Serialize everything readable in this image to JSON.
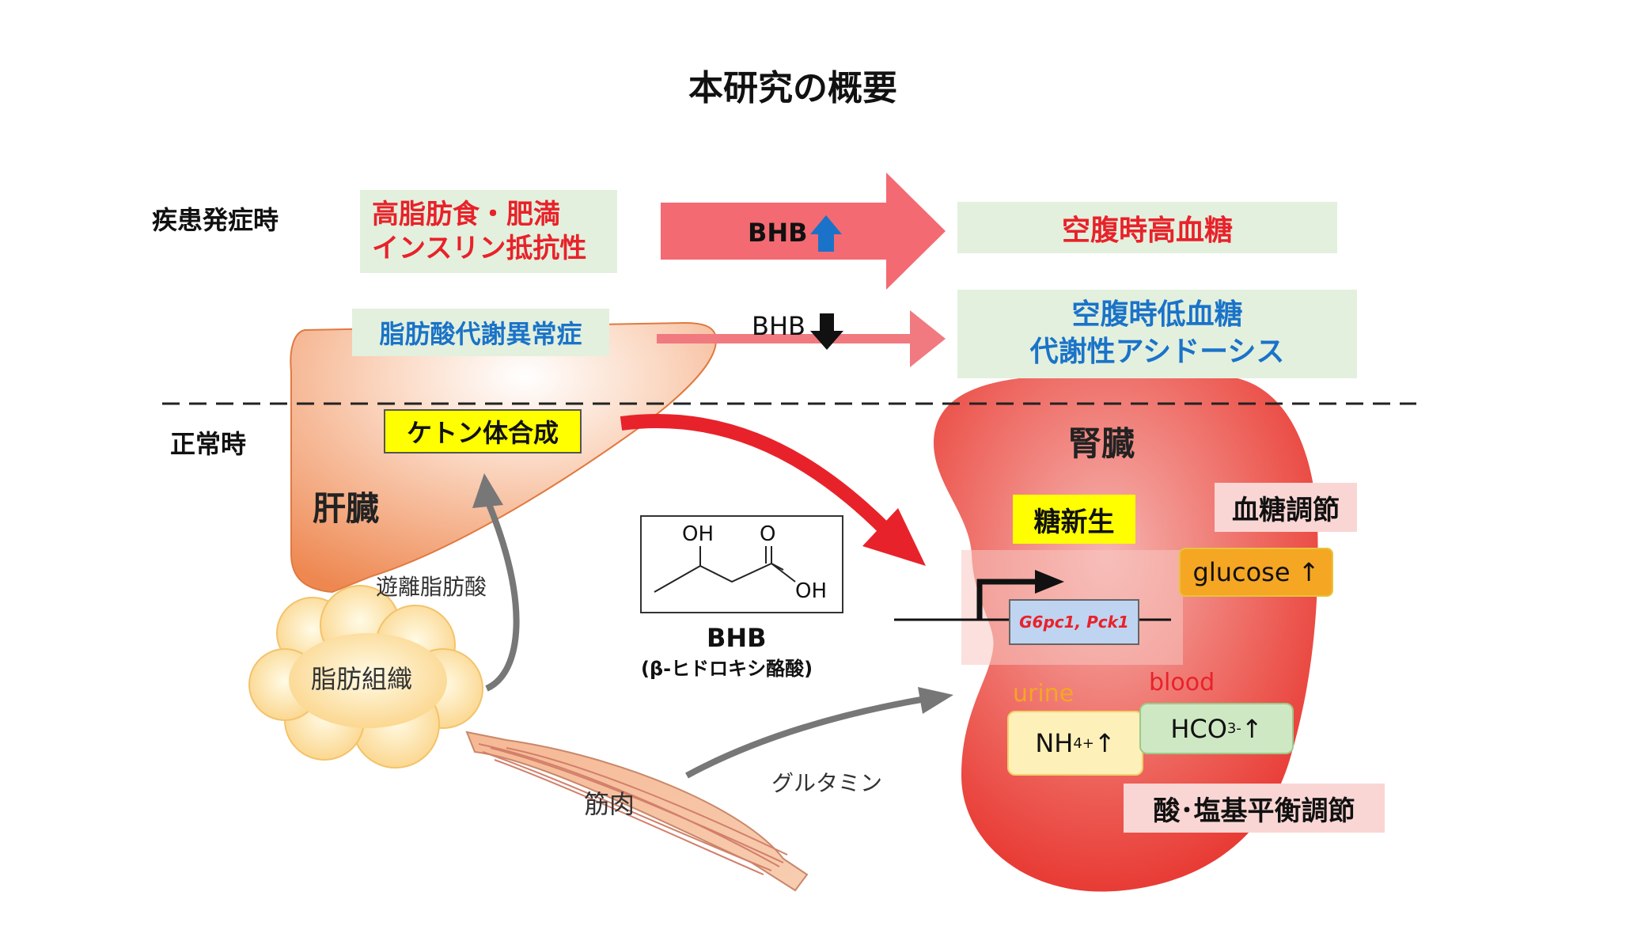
{
  "title": "本研究の概要",
  "sections": {
    "disease_label": "疾患発症時",
    "normal_label": "正常時"
  },
  "disease": {
    "cause_line1": "高脂肪食・肥満",
    "cause_line2": "インスリン抵抗性",
    "bhb_up_label": "BHB",
    "result_high": "空腹時高血糖",
    "lipid_disorder": "脂肪酸代謝異常症",
    "bhb_down_label": "BHB",
    "result_low_line1": "空腹時低血糖",
    "result_low_line2": "代謝性アシドーシス"
  },
  "liver": {
    "label": "肝臓",
    "ketone_synthesis": "ケトン体合成"
  },
  "adipose": {
    "label": "脂肪組織",
    "ffa": "遊離脂肪酸"
  },
  "muscle": {
    "label": "筋肉",
    "glutamine": "グルタミン"
  },
  "molecule": {
    "oh1": "OH",
    "o": "O",
    "oh2": "OH",
    "name": "BHB",
    "full_name": "(β-ヒドロキシ酪酸)"
  },
  "kidney": {
    "label": "腎臓",
    "gluconeogenesis": "糖新生",
    "glucose_regulation": "血糖調節",
    "glucose": "glucose ↑",
    "genes": "G6pc1, Pck1",
    "urine": "urine",
    "blood": "blood",
    "nh4": "NH",
    "nh4_sub": "4",
    "nh4_sup": "+",
    "nh4_arrow": " ↑",
    "hco3": "HCO",
    "hco3_sub": "3",
    "hco3_sup": "-",
    "hco3_arrow": "↑",
    "acid_base": "酸･塩基平衡調節"
  },
  "colors": {
    "disease_red": "#e8222a",
    "disease_blue": "#1a73c8",
    "pale_green": "#e3f0de",
    "yellow": "#ffff00",
    "big_arrow": "#f46a72",
    "kidney_red": "#e8322e",
    "liver_orange": "#f29d6a",
    "gray_arrow": "#777777"
  },
  "icons": [
    "bhb-up-arrow-icon",
    "bhb-down-arrow-icon",
    "transcription-start-arrow-icon"
  ]
}
